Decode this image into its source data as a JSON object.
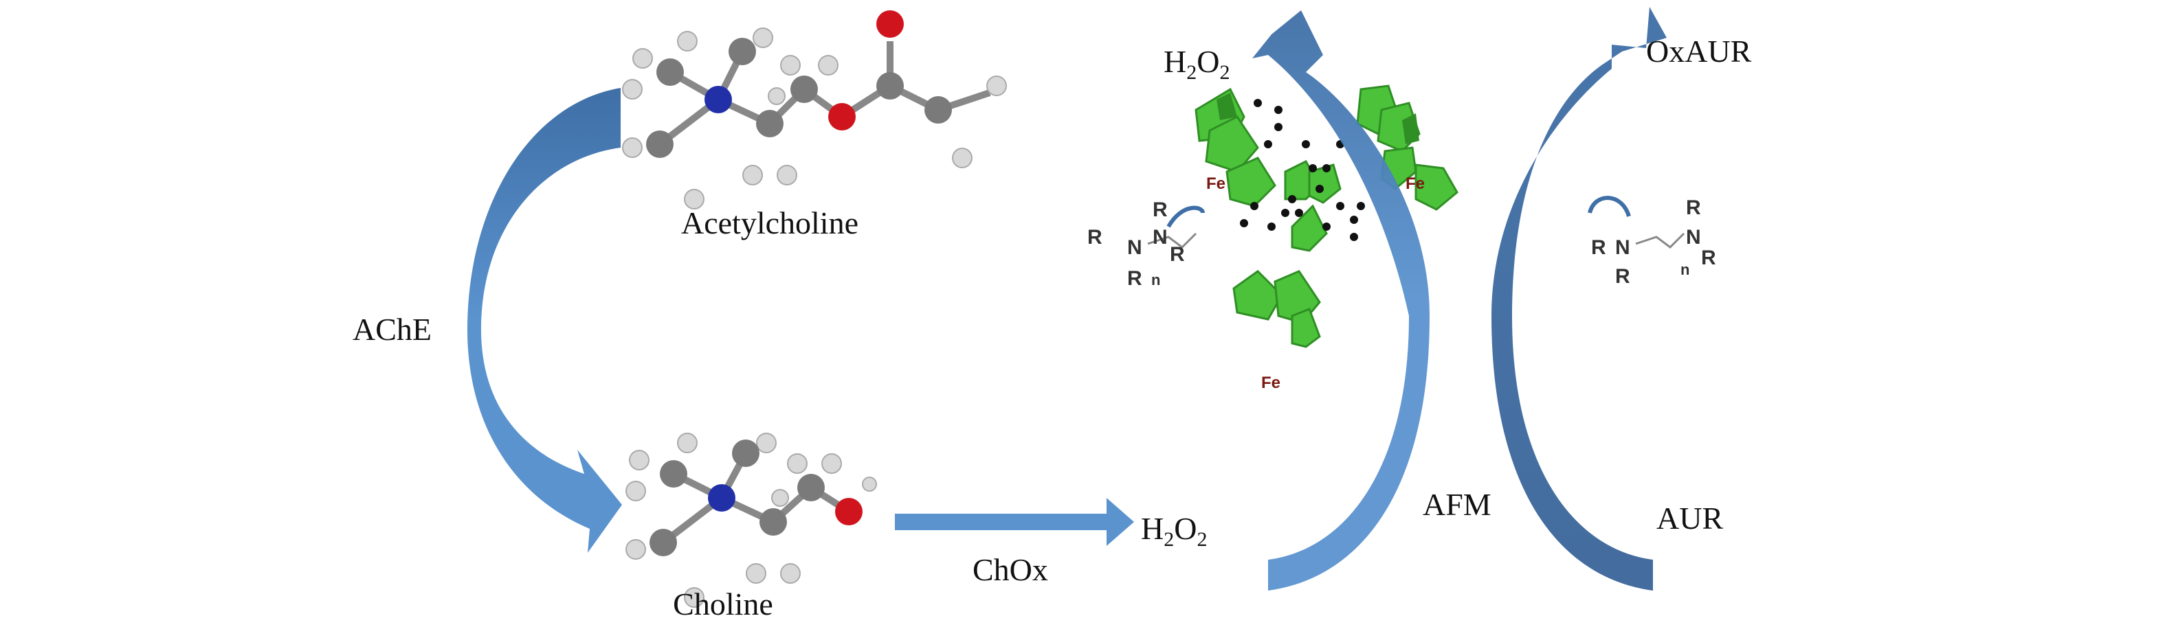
{
  "labels": {
    "acetylcholine": "Acetylcholine",
    "ache": "AChE",
    "choline": "Choline",
    "chox": "ChOx",
    "h2o2_product": {
      "main": "H",
      "sub1": "2",
      "mid": "O",
      "sub2": "2"
    },
    "h2o2_top": {
      "main": "H",
      "sub1": "2",
      "mid": "O",
      "sub2": "2"
    },
    "oxaur": "OxAUR",
    "afm": "AFM",
    "aur": "AUR"
  },
  "complex": {
    "metal": "Fe",
    "substituent": "R",
    "nitrogen": "N",
    "repeat": "n"
  },
  "colors": {
    "arrow_light": "#5b93cf",
    "arrow_dark": "#3f6fa6",
    "green": "#4cc23a",
    "green_dark": "#2f8f24",
    "nitrogen_atom": "#2230a8",
    "oxygen_atom": "#d0141e",
    "carbon_atom": "#7a7a7a",
    "hydrogen_atom": "#d8d8d8"
  }
}
